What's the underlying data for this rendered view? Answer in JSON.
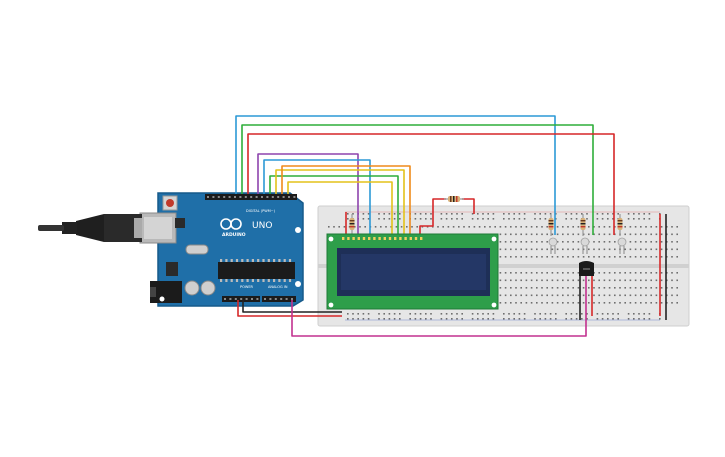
{
  "arduino": {
    "brand": "ARDUINO",
    "model": "UNO",
    "digital_header_label": "DIGITAL (PWM~)",
    "power_header_label": "POWER",
    "analog_header_label": "ANALOG IN"
  },
  "colors": {
    "board": "#1f6fa8",
    "board_edge": "#175a8a",
    "breadboard": "#e6e6e6",
    "lcd_pcb": "#2e9e4a",
    "lcd_screen": "#1e2f57",
    "wire_blue": "#2c99d6",
    "wire_green": "#2fae3a",
    "wire_red": "#d62728",
    "wire_purple": "#8e44ad",
    "wire_yellow": "#e3c21a",
    "wire_orange": "#ef8a1b",
    "wire_black": "#222222",
    "wire_magenta": "#c2318f"
  },
  "components": {
    "usb_cable": "usb-b-cable",
    "lcd": "16x2-lcd",
    "potentiometer_resistor": "resistor",
    "leds": [
      "led",
      "led",
      "led"
    ],
    "led_resistors": [
      "resistor",
      "resistor",
      "resistor",
      "resistor"
    ],
    "temperature_sensor": "tmp36-sensor"
  }
}
